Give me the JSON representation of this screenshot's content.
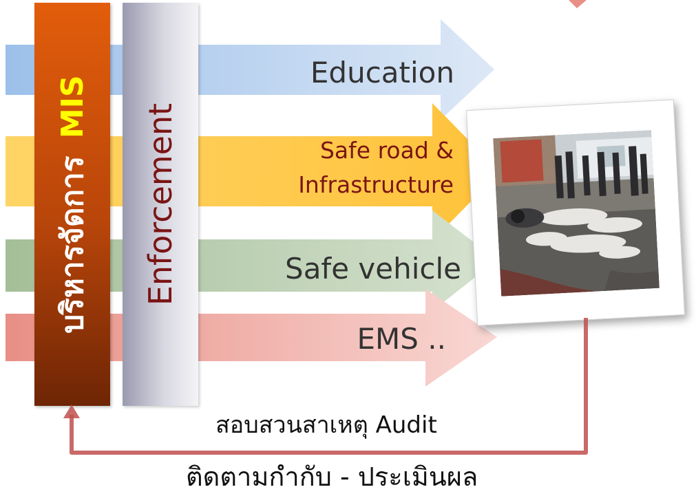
{
  "pillars": {
    "management": {
      "prefix": "บริหารจัดการ",
      "highlight": "MIS"
    },
    "enforcement": {
      "label": "Enforcement"
    }
  },
  "arrows": [
    {
      "label_lines": [
        "Education"
      ],
      "color": "#c6daf1",
      "text_color": "#333333"
    },
    {
      "label_lines": [
        "Safe road &",
        "Infrastructure"
      ],
      "color": "#ffc54a",
      "text_color": "#7a1414"
    },
    {
      "label_lines": [
        "Safe vehicle"
      ],
      "color": "#bdd0b5",
      "text_color": "#333333"
    },
    {
      "label_lines": [
        "EMS .."
      ],
      "color": "#f2b9b3",
      "text_color": "#333333"
    }
  ],
  "photo": {
    "icon": "crash-scene-photo"
  },
  "feedback": {
    "audit_text": "สอบสวนสาเหตุ Audit",
    "evaluation_text": "ติดตามกำกับ - ประเมินผล",
    "line_color": "#c0504d"
  },
  "colors": {
    "management_top": "#e05a0a",
    "management_bottom": "#7a2a06",
    "highlight": "#ffff00",
    "enforcement_light": "#f0f0f3",
    "enforcement_dark": "#9c9cb0"
  }
}
